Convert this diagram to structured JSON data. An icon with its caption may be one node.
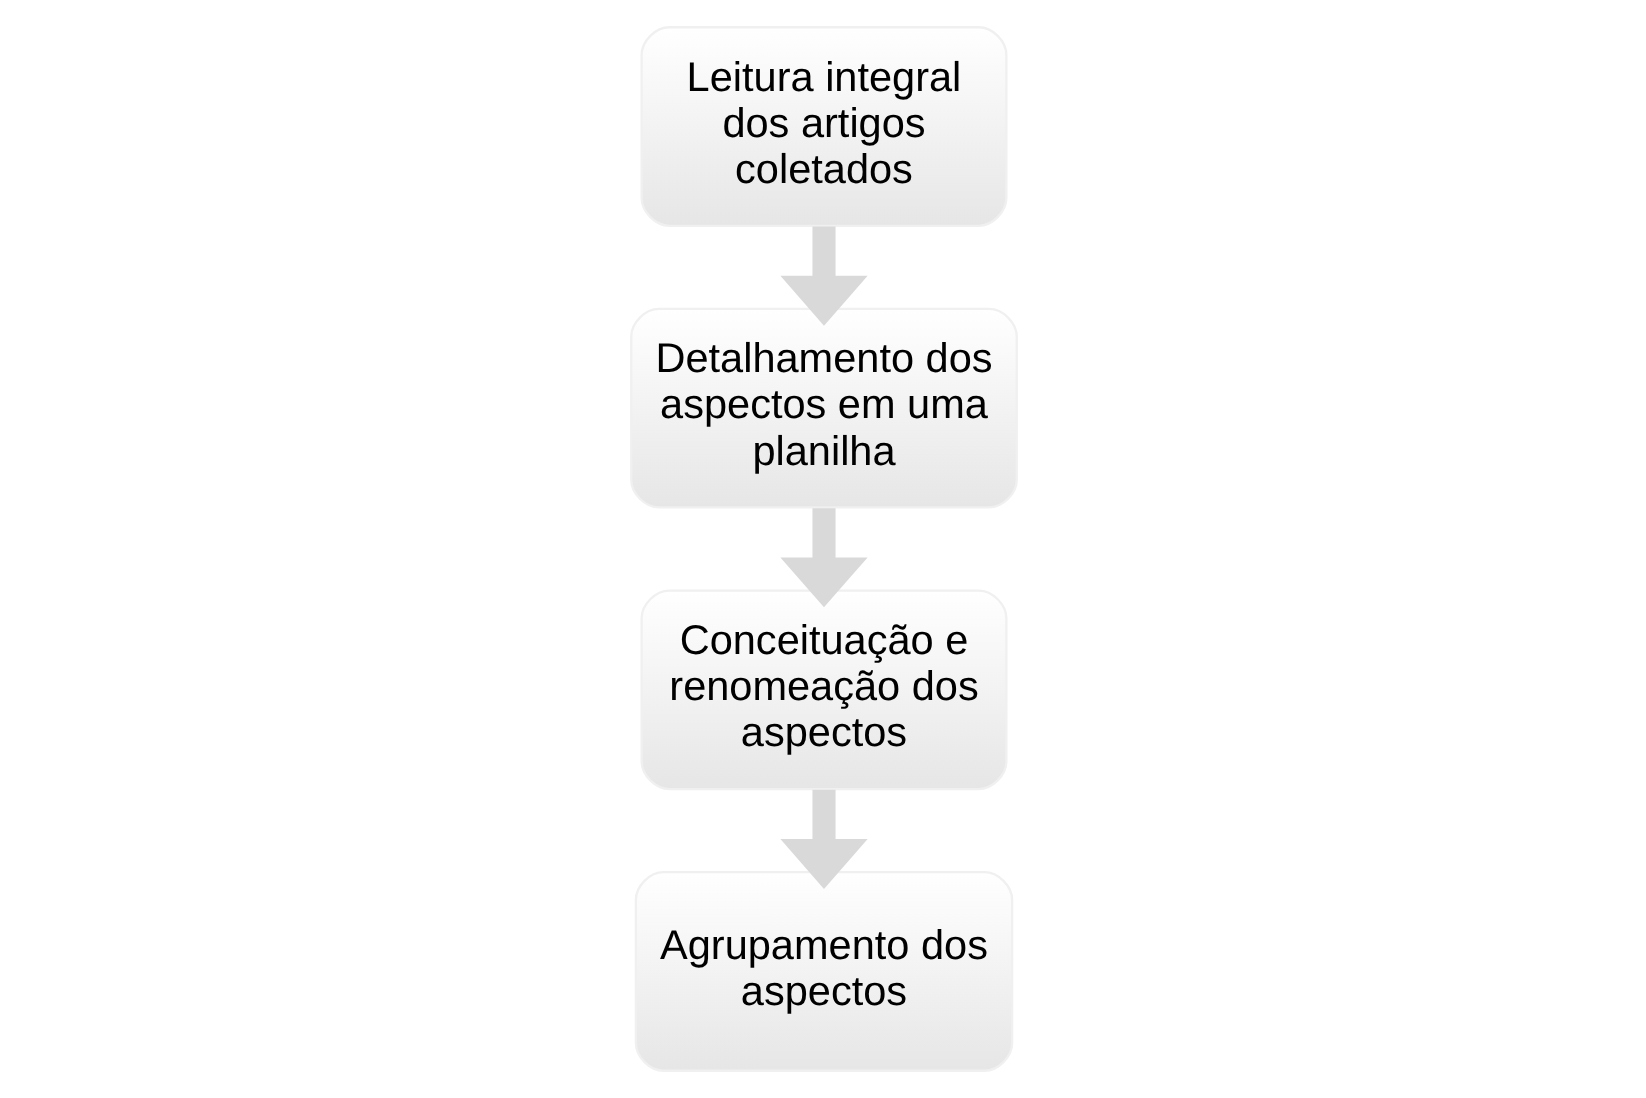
{
  "diagram": {
    "nodes": [
      {
        "text": [
          "Leitura integral dos artigos coletados"
        ]
      },
      {
        "text": [
          "Detalhamento dos aspectos em uma planilha"
        ]
      },
      {
        "text": [
          "Conceituação e renomeação dos aspectos"
        ]
      },
      {
        "text": [
          "Agrupamento dos aspectos"
        ]
      }
    ],
    "edges": [
      {
        "from": 0,
        "to": 1,
        "arrow": "to"
      },
      {
        "from": 1,
        "to": 2,
        "arrow": "to"
      },
      {
        "from": 2,
        "to": 3,
        "arrow": "to"
      }
    ]
  }
}
